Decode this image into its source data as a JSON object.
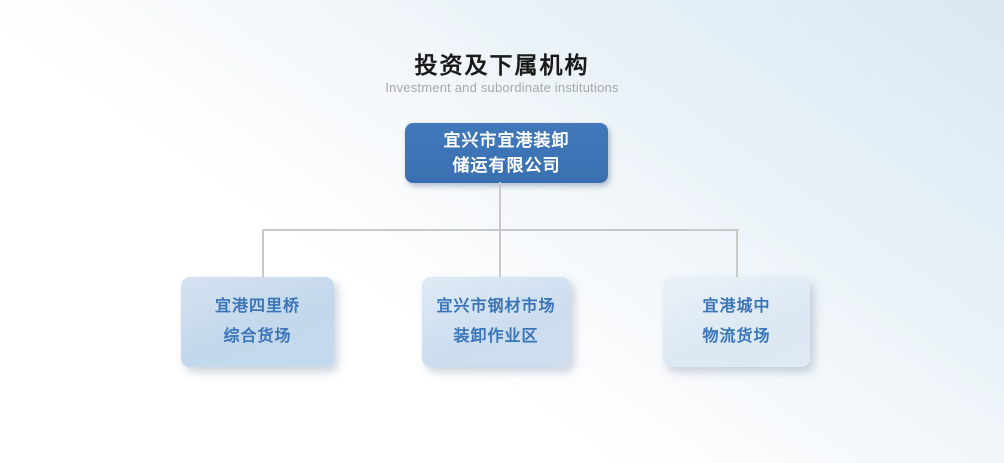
{
  "header": {
    "title": "投资及下属机构",
    "subtitle": "Investment and subordinate institutions"
  },
  "org_chart": {
    "type": "organization-tree",
    "root": {
      "name": "宜兴市宜港装卸储运有限公司",
      "line1": "宜兴市宜港装卸",
      "line2": "储运有限公司"
    },
    "children": [
      {
        "name": "宜港四里桥综合货场",
        "line1": "宜港四里桥",
        "line2": "综合货场"
      },
      {
        "name": "宜兴市钢材市场装卸作业区",
        "line1": "宜兴市钢材市场",
        "line2": "装卸作业区"
      },
      {
        "name": "宜港城中物流货场",
        "line1": "宜港城中",
        "line2": "物流货场"
      }
    ]
  },
  "colors": {
    "root_box": "#3b72b3",
    "root_text": "#ffffff",
    "child_box_1": "#c6daee",
    "child_box_2": "#cedeef",
    "child_box_3": "#dfe9f4",
    "child_text": "#3a76b7",
    "connector": "#c9c9c9",
    "title_text": "#1a1a1a",
    "subtitle_text": "#a8a8a8",
    "background_top": "#d9e8f4",
    "background_bottom": "#ffffff"
  }
}
